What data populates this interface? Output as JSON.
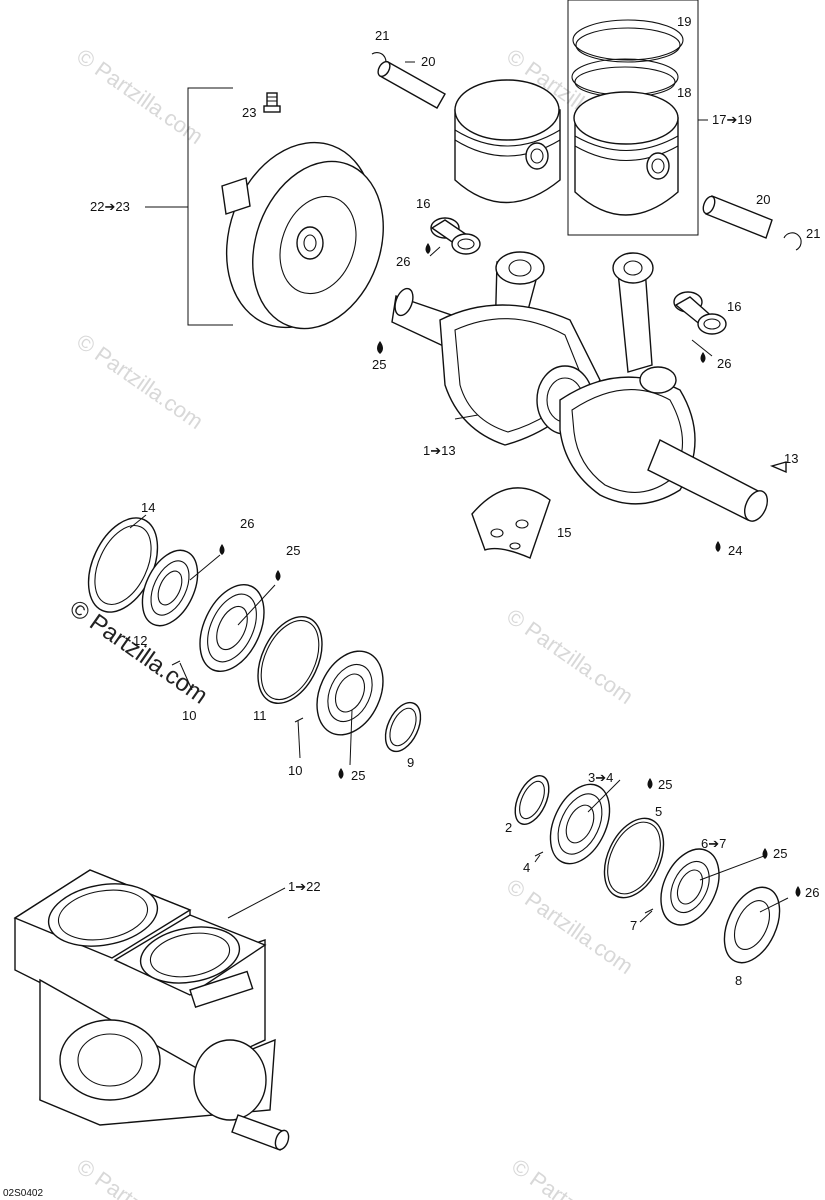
{
  "diagram": {
    "code": "02S0402",
    "watermark": "© Partzilla.com",
    "labels": {
      "l21a": "21",
      "l20a": "20",
      "l19": "19",
      "l18": "18",
      "l17_19": "17➔19",
      "l23": "23",
      "l22_23": "22➔23",
      "l20b": "20",
      "l21b": "21",
      "l16a": "16",
      "l26a": "26",
      "l16b": "16",
      "l26b": "26",
      "l25a": "25",
      "l1_13": "1➔13",
      "l13": "13",
      "l15": "15",
      "l24": "24",
      "l14": "14",
      "l26c": "26",
      "l25b": "25",
      "l12": "12",
      "l10a": "10",
      "l11": "11",
      "l10b": "10",
      "l9": "9",
      "l25c": "25",
      "l3_4": "3➔4",
      "l25d": "25",
      "l5": "5",
      "l2": "2",
      "l4": "4",
      "l6_7": "6➔7",
      "l25e": "25",
      "l26d": "26",
      "l7": "7",
      "l8": "8",
      "l1_22": "1➔22"
    }
  }
}
